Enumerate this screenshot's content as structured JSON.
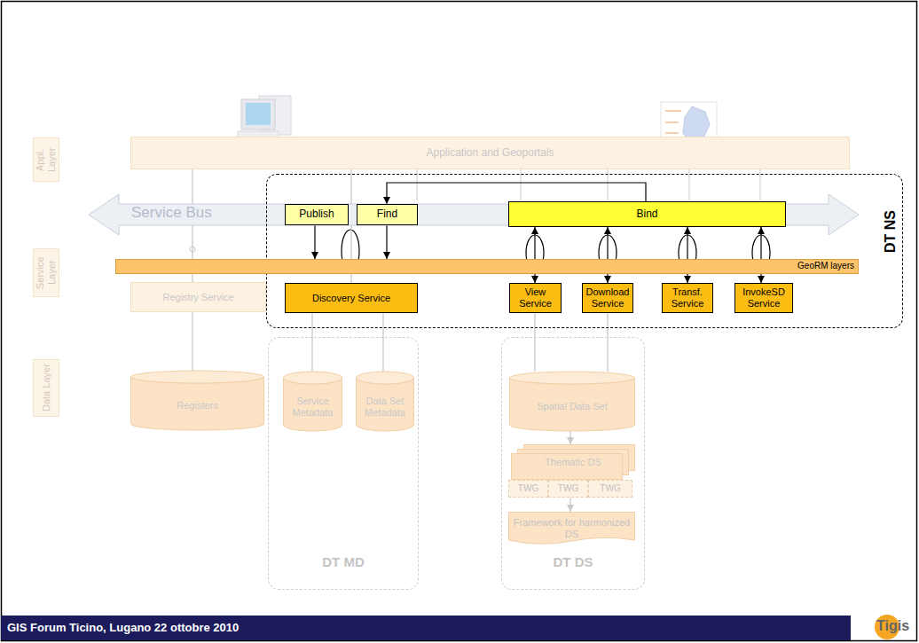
{
  "diagram": {
    "nodes": [
      {
        "text": [
          "Appl. Layer"
        ]
      },
      {
        "text": [
          "Application and Geoportals"
        ]
      },
      {
        "text": [
          "Service Bus"
        ]
      },
      {
        "text": [
          "DT NS"
        ]
      },
      {
        "text": [
          "Publish"
        ],
        "in": 3
      },
      {
        "text": [
          "Find"
        ],
        "in": 3
      },
      {
        "text": [
          "Bind"
        ],
        "in": 3
      },
      {
        "text": [
          "GeoRM layers"
        ]
      },
      {
        "text": [
          "Service Layer"
        ]
      },
      {
        "text": [
          "Registry Service"
        ]
      },
      {
        "text": [
          "Discovery Service"
        ],
        "in": 3
      },
      {
        "text": [
          "View Service"
        ],
        "in": 3
      },
      {
        "text": [
          "Download Service"
        ],
        "in": 3
      },
      {
        "text": [
          "Transf. Service"
        ],
        "in": 3
      },
      {
        "text": [
          "InvokeSD Service"
        ],
        "in": 3
      },
      {
        "text": [
          "Data Layer"
        ]
      },
      {
        "text": [
          "Registers"
        ]
      },
      {
        "text": [
          "DT MD"
        ]
      },
      {
        "text": [
          "Service Metadata"
        ],
        "in": 17
      },
      {
        "text": [
          "Data Set Metadata"
        ],
        "in": 17
      },
      {
        "text": [
          "DT DS"
        ]
      },
      {
        "text": [
          "Spatial Data Set"
        ],
        "in": 20
      },
      {
        "text": [
          "Thematic DS"
        ],
        "in": 20
      },
      {
        "text": [
          "TWG"
        ],
        "in": 20
      },
      {
        "text": [
          "TWG"
        ],
        "in": 20
      },
      {
        "text": [
          "TWG"
        ],
        "in": 20
      },
      {
        "text": [
          "Framework for harmonized DS"
        ],
        "in": 20
      }
    ],
    "edges": [
      {
        "from": 1,
        "to": 9,
        "arrow": "none"
      },
      {
        "from": 9,
        "to": 16,
        "arrow": "none"
      },
      {
        "from": 1,
        "to": 10,
        "arrow": "none"
      },
      {
        "from": 4,
        "to": 5,
        "arrow": "to"
      },
      {
        "from": 5,
        "to": 6,
        "arrow": "to"
      },
      {
        "from": 6,
        "to": 5,
        "arrow": "to"
      },
      {
        "from": 4,
        "to": 7,
        "arrow": "to"
      },
      {
        "from": 5,
        "to": 7,
        "arrow": "to"
      },
      {
        "from": 6,
        "to": 11,
        "arrow": "both"
      },
      {
        "from": 6,
        "to": 12,
        "arrow": "both"
      },
      {
        "from": 6,
        "to": 13,
        "arrow": "both"
      },
      {
        "from": 6,
        "to": 14,
        "arrow": "both"
      },
      {
        "from": 10,
        "to": 18,
        "arrow": "none"
      },
      {
        "from": 10,
        "to": 19,
        "arrow": "none"
      },
      {
        "from": 11,
        "to": 21,
        "arrow": "none"
      },
      {
        "from": 12,
        "to": 21,
        "arrow": "none"
      },
      {
        "from": 21,
        "to": 22,
        "arrow": "to"
      },
      {
        "from": 24,
        "to": 26,
        "arrow": "to"
      }
    ],
    "labels": [
      "GIS Forum Ticino, Lugano 22 ottobre 2010",
      "Tigis"
    ]
  }
}
